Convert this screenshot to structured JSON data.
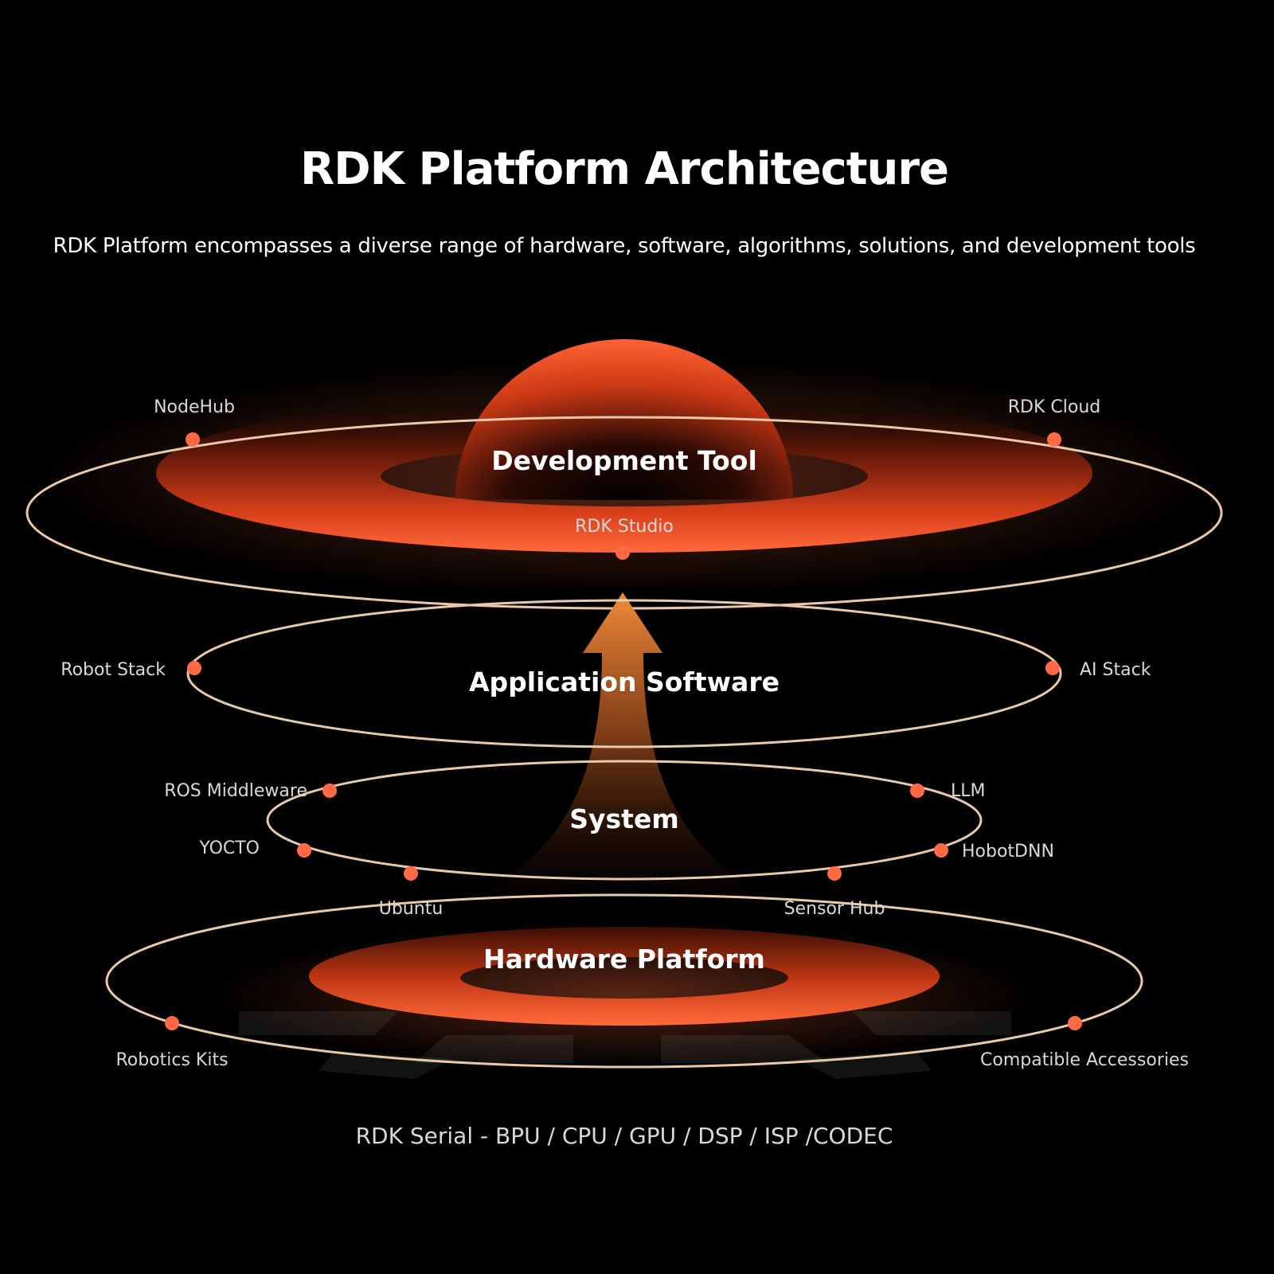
{
  "title": "RDK Platform Architecture",
  "subtitle": "RDK Platform encompasses a diverse range of hardware, software, algorithms, solutions, and development tools",
  "layers": {
    "development_tool": {
      "title": "Development Tool",
      "items": {
        "left": "NodeHub",
        "right": "RDK Cloud",
        "center": "RDK Studio"
      }
    },
    "application_software": {
      "title": "Application Software",
      "items": {
        "left": "Robot Stack",
        "right": "AI Stack"
      }
    },
    "system": {
      "title": "System",
      "items": {
        "ros": "ROS Middleware",
        "yocto": "YOCTO",
        "ubuntu": "Ubuntu",
        "llm": "LLM",
        "hobotdnn": "HobotDNN",
        "sensor_hub": "Sensor Hub"
      }
    },
    "hardware_platform": {
      "title": "Hardware Platform",
      "items": {
        "left": "Robotics Kits",
        "right": "Compatible Accessories"
      }
    }
  },
  "footer": "RDK Serial - BPU / CPU / GPU / DSP / ISP /CODEC",
  "colors": {
    "accent": "#ff5a2c",
    "ring": "#e9c9a8",
    "dot": "#ff6a45",
    "background": "#000000"
  }
}
